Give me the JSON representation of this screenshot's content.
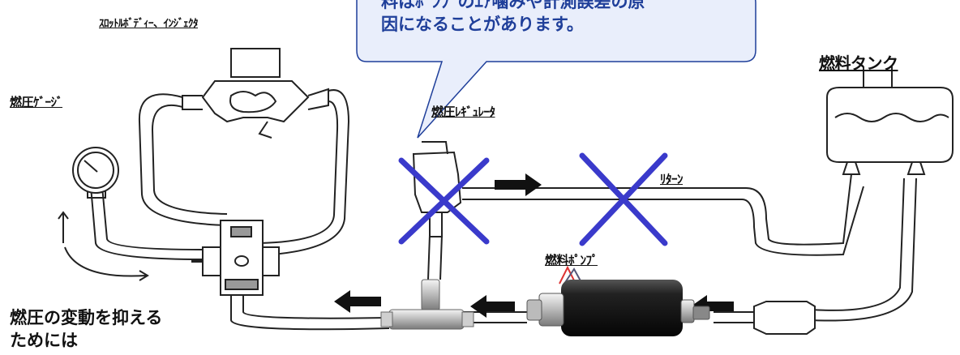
{
  "labels": {
    "throttle": "ｽﾛｯﾄﾙﾎﾞﾃﾞｨｰ、ｲﾝｼﾞｪｸﾀ",
    "gauge": "燃圧ｹﾞｰｼﾞ",
    "regulator": "燃圧ﾚｷﾞｭﾚｰﾀ",
    "return": "ﾘﾀｰﾝ",
    "tank": "燃料タンク",
    "pump": "燃料ﾎﾟﾝﾌﾟ"
  },
  "callout": {
    "text": "料はﾎﾟﾝﾌﾟのｴｱ噛みや計測誤差の原\n因になることがあります。"
  },
  "note": {
    "text": "燃圧の変動を抑える\nためには"
  },
  "colors": {
    "callout_border": "#1f3f9a",
    "callout_fill": "#e9eefb",
    "cross": "#3a3acb"
  }
}
